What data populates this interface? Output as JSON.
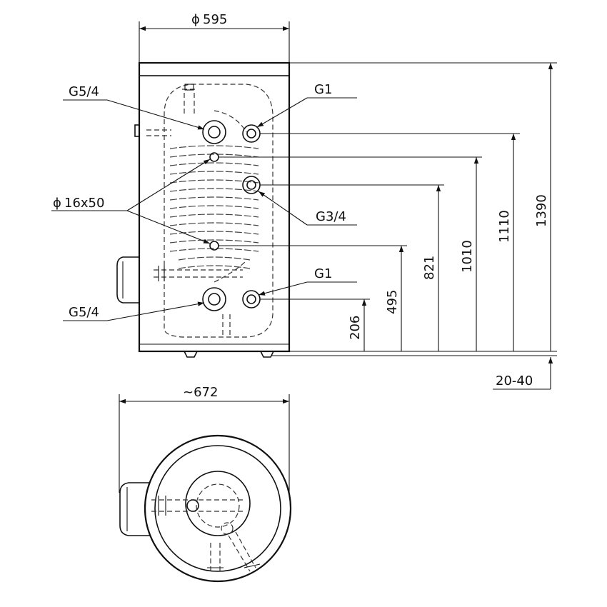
{
  "front_view": {
    "labels": {
      "diameter_top": "595",
      "diameter_symbol": "ϕ",
      "top_left_connection": "G5/4",
      "top_right_connection": "G1",
      "sensor_sleeve": "16x50",
      "middle_connection": "G3/4",
      "bottom_right_connection": "G1",
      "bottom_left_connection": "G5/4"
    },
    "heights": {
      "h206": "206",
      "h495": "495",
      "h821": "821",
      "h1010": "1010",
      "h1110": "1110",
      "h1390": "1390",
      "feet": "20-40"
    }
  },
  "top_view": {
    "width_label": "~672"
  }
}
